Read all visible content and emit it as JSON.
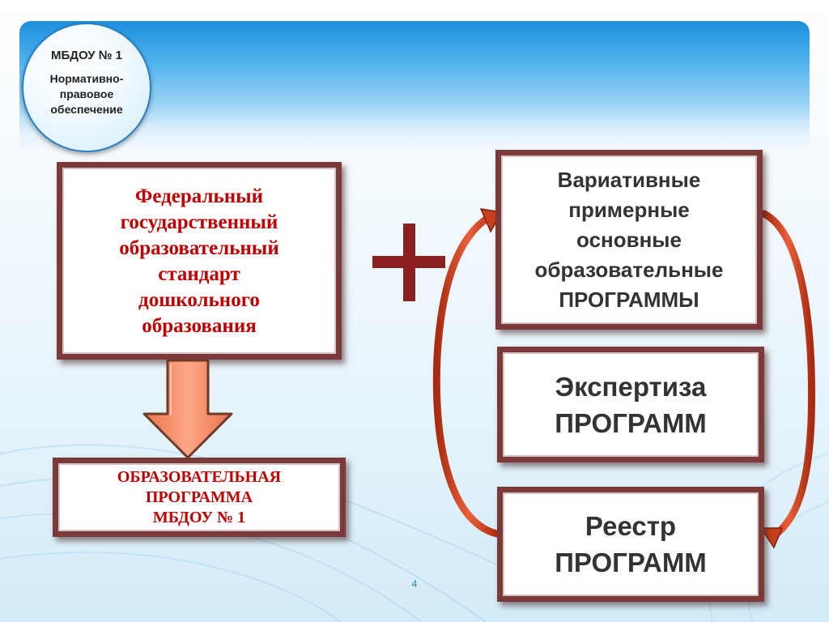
{
  "badge": {
    "title": "МБДОУ № 1",
    "subtitle": [
      "Нормативно-",
      "правовое",
      "обеспечение"
    ]
  },
  "fgos": {
    "lines": [
      "Федеральный",
      "государственный",
      "образовательный",
      "стандарт",
      "дошкольного",
      "образования"
    ]
  },
  "oop": {
    "lines": [
      "ОБРАЗОВАТЕЛЬНАЯ",
      "ПРОГРАММА",
      "МБДОУ № 1"
    ]
  },
  "variative": {
    "lines": [
      "Вариативные",
      "примерные",
      "основные",
      "образовательные",
      "ПРОГРАММЫ"
    ]
  },
  "expertise": {
    "lines": [
      "Экспертиза",
      "ПРОГРАММ"
    ]
  },
  "registry": {
    "lines": [
      "Реестр",
      "ПРОГРАММ"
    ]
  },
  "page_number": "4",
  "colors": {
    "box_border": "#7b3a3a",
    "title_red": "#c00000",
    "plus": "#8a2020",
    "arrow_fill": "#f59a78",
    "cycle_arrow": "#c8401c",
    "banner_blue": "#1e8fdc"
  },
  "icons": {
    "plus": "plus-icon",
    "down_arrow": "down-arrow-icon",
    "cycle_arrows": "cycle-arrow-icon"
  }
}
